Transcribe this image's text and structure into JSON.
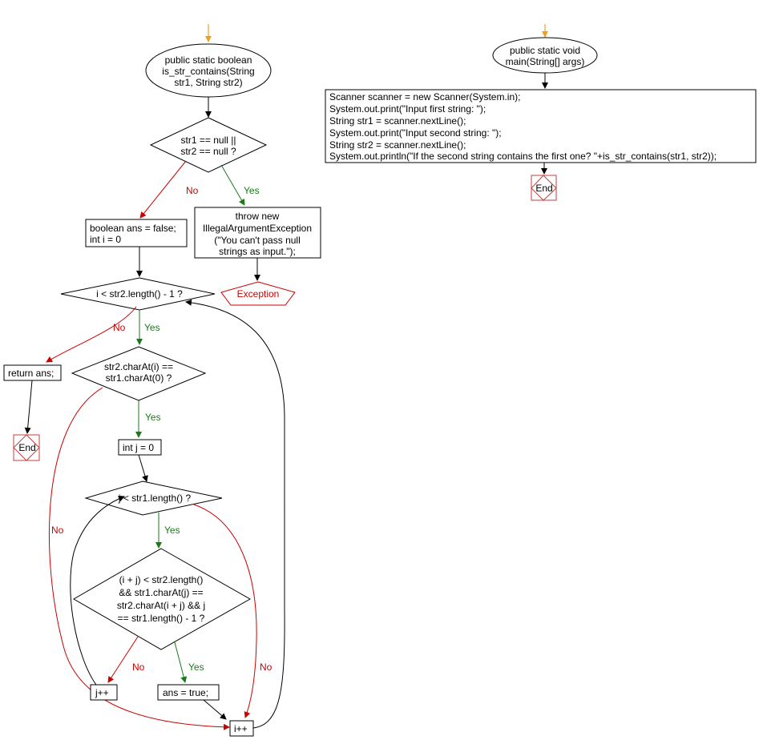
{
  "left_flow": {
    "start": [
      "public static boolean",
      "is_str_contains(String",
      "str1, String str2)"
    ],
    "null_check": [
      "str1 == null ||",
      "str2 == null ?"
    ],
    "null_yes": "Yes",
    "null_no": "No",
    "throw_box": [
      "throw new",
      "IllegalArgumentException",
      "(\"You can't pass null",
      "strings as input.\");"
    ],
    "exception": "Exception",
    "init_box": [
      "boolean ans = false;",
      "int i = 0"
    ],
    "loop_i": "i < str2.length() - 1 ?",
    "loop_i_no": "No",
    "loop_i_yes": "Yes",
    "return_box": "return ans;",
    "end_left": "End",
    "char_check": [
      "str2.charAt(i) ==",
      "str1.charAt(0) ?"
    ],
    "char_yes": "Yes",
    "char_no": "No",
    "init_j": "int j = 0",
    "loop_j": "j < str1.length() ?",
    "loop_j_yes": "Yes",
    "loop_j_no": "No",
    "big_check": [
      "(i + j) < str2.length()",
      "&& str1.charAt(j) ==",
      "str2.charAt(i + j) && j",
      "== str1.length() - 1 ?"
    ],
    "big_no": "No",
    "big_yes": "Yes",
    "j_inc": "j++",
    "ans_true": "ans = true;",
    "i_inc": "i++"
  },
  "right_flow": {
    "start": [
      "public static void",
      "main(String[] args)"
    ],
    "main_box": [
      "Scanner scanner = new Scanner(System.in);",
      "System.out.print(\"Input first string: \");",
      "String str1 = scanner.nextLine();",
      "System.out.print(\"Input second string: \");",
      "String str2 = scanner.nextLine();",
      "System.out.println(\"If the second string contains the first one? \"+is_str_contains(str1, str2));"
    ],
    "end": "End"
  },
  "colors": {
    "yes": "#1a7a1a",
    "no": "#cc0000",
    "start_arrow": "#f0a020",
    "end_border": "#c04040"
  }
}
